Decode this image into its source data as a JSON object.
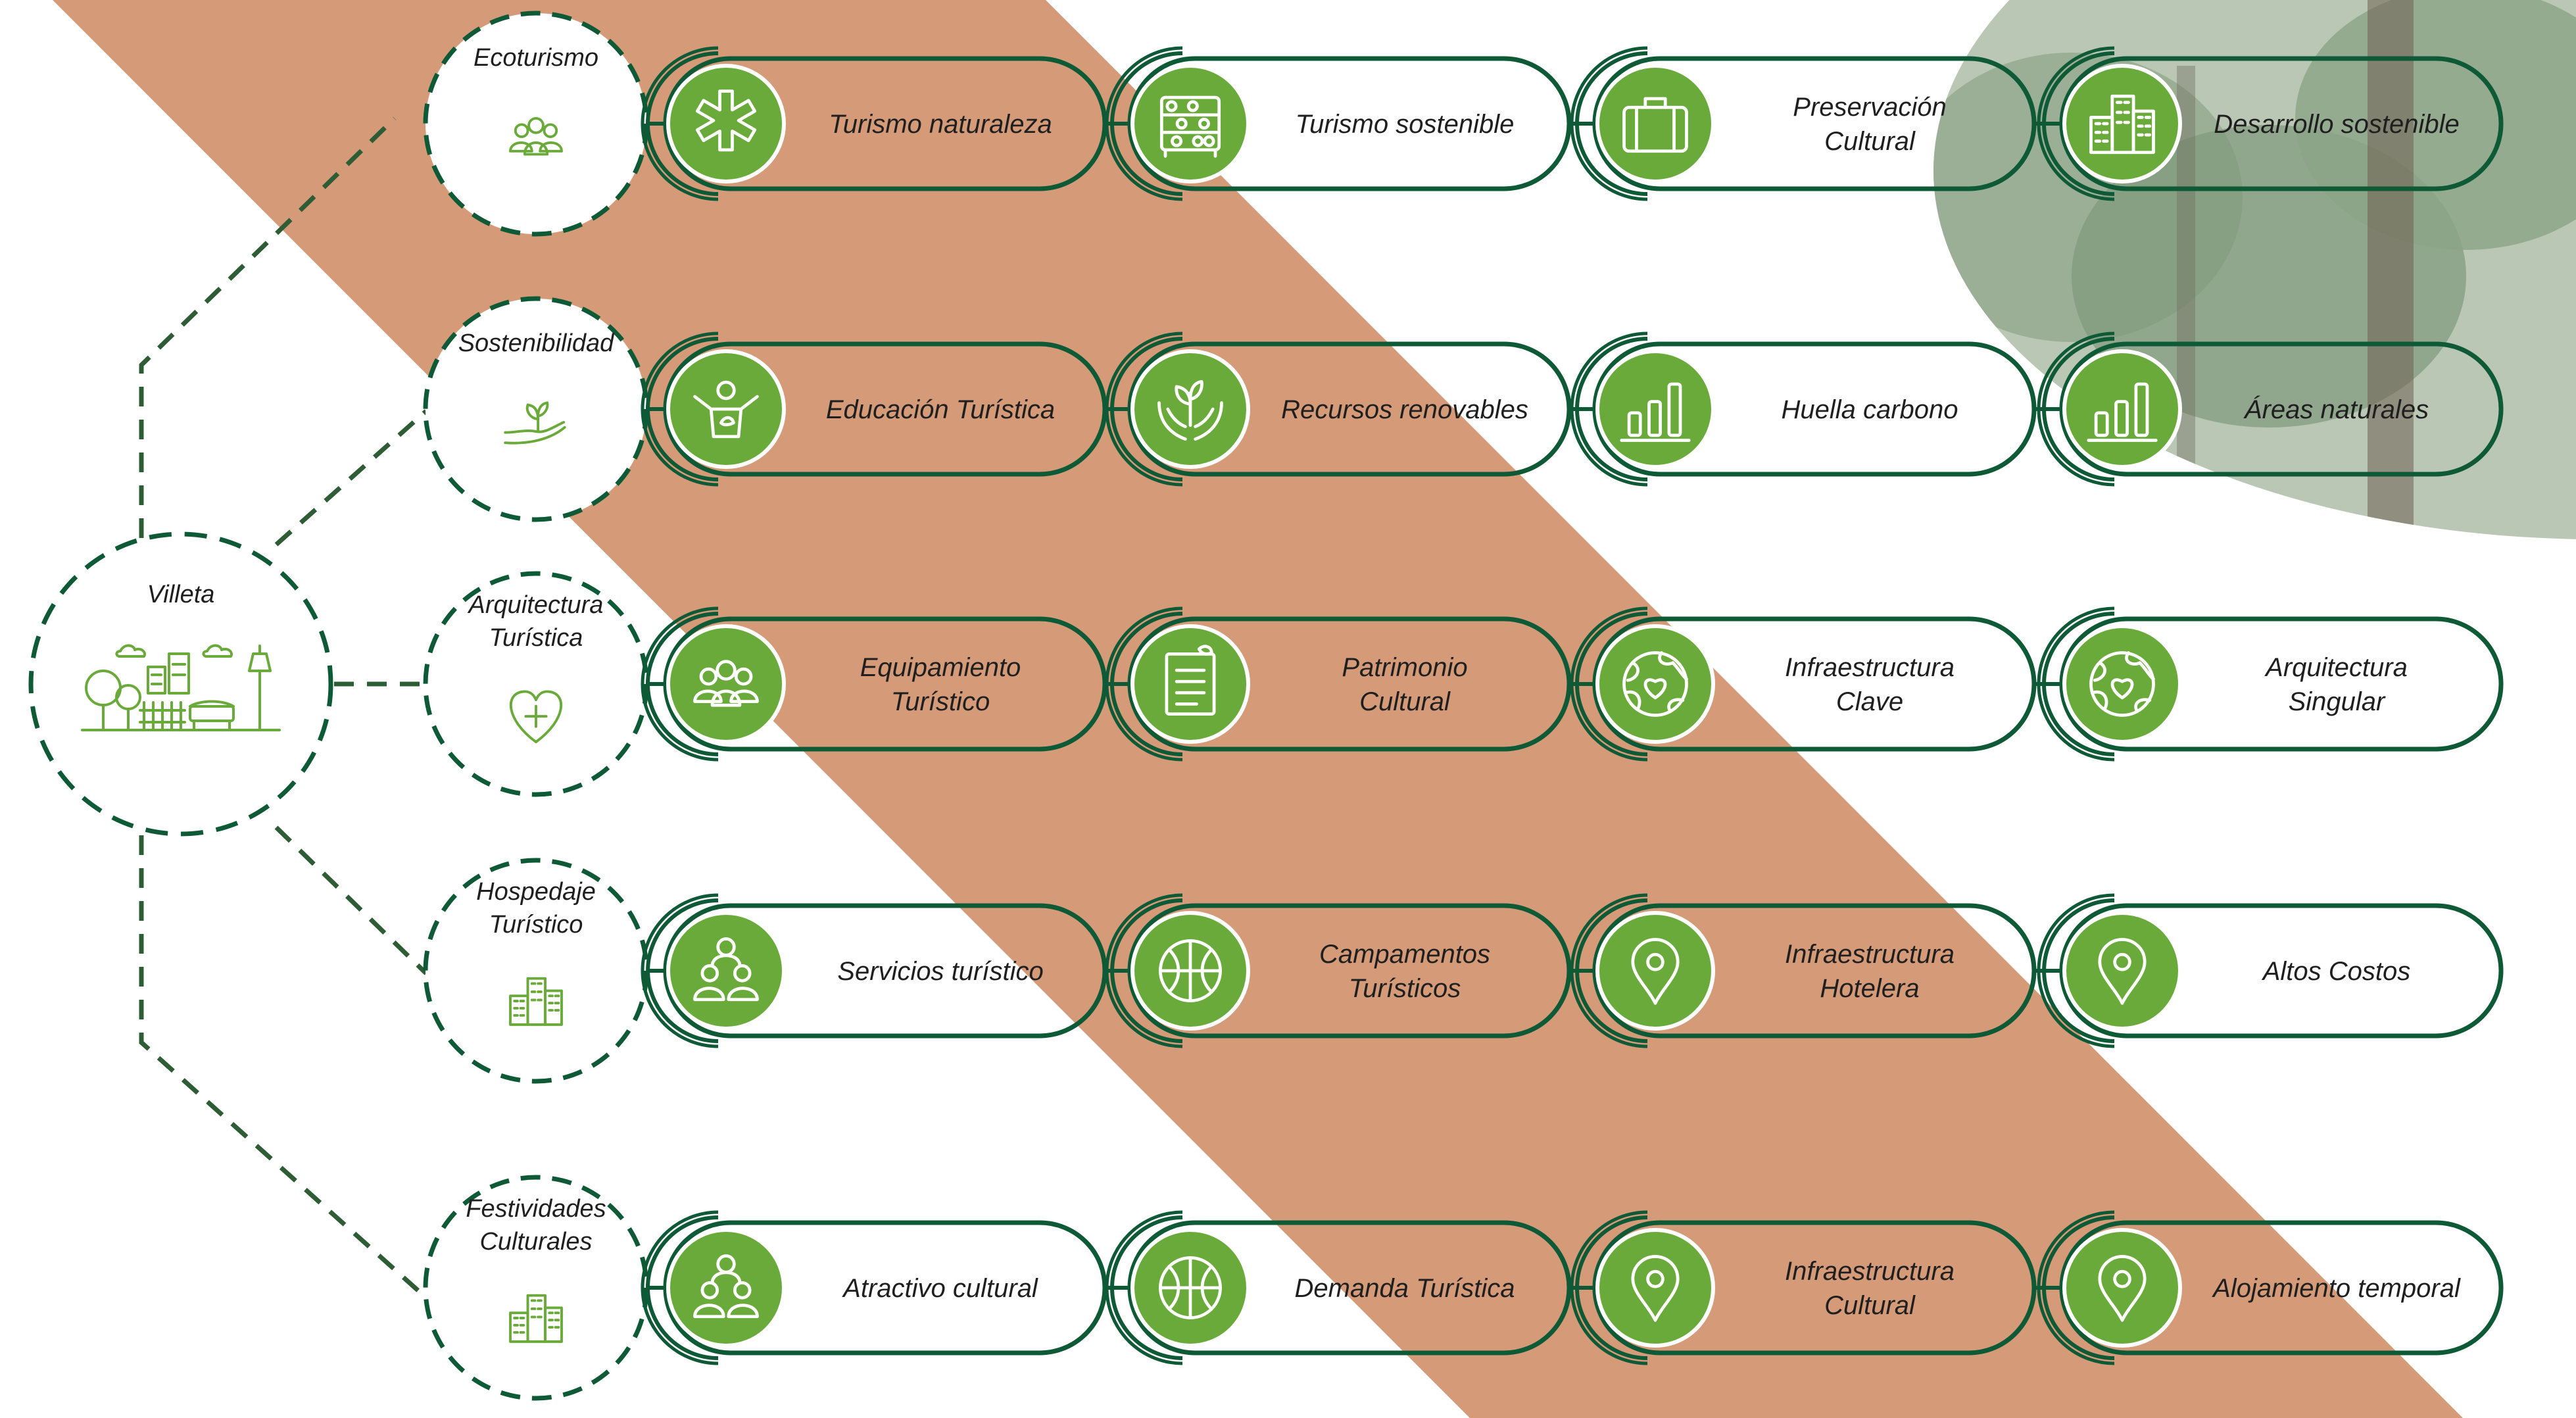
{
  "colors": {
    "dark_green": "#0f5a36",
    "mid_green": "#6aaa3a",
    "band": "#d59b78",
    "photo_tint": "#8fa58a"
  },
  "root": {
    "label": "Villeta",
    "icon": "park-cityscape-icon"
  },
  "categories": [
    {
      "label_lines": [
        "Ecoturismo"
      ],
      "icon": "people-group-icon"
    },
    {
      "label_lines": [
        "Sostenibilidad"
      ],
      "icon": "hand-sprout-icon"
    },
    {
      "label_lines": [
        "Arquitectura",
        "Turística"
      ],
      "icon": "heart-plus-icon"
    },
    {
      "label_lines": [
        "Hospedaje",
        "Turístico"
      ],
      "icon": "buildings-icon"
    },
    {
      "label_lines": [
        "Festividades",
        "Culturales"
      ],
      "icon": "buildings-icon"
    }
  ],
  "rows": [
    {
      "items": [
        {
          "label_lines": [
            "Turismo naturaleza"
          ],
          "icon": "medical-star-icon"
        },
        {
          "label_lines": [
            "Turismo sostenible"
          ],
          "icon": "abacus-icon"
        },
        {
          "label_lines": [
            "Preservación",
            "Cultural"
          ],
          "icon": "suitcase-icon"
        },
        {
          "label_lines": [
            "Desarrollo sostenible"
          ],
          "icon": "buildings-icon"
        }
      ]
    },
    {
      "items": [
        {
          "label_lines": [
            "Educación Turística"
          ],
          "icon": "person-outreach-icon"
        },
        {
          "label_lines": [
            "Recursos renovables"
          ],
          "icon": "hands-plant-icon"
        },
        {
          "label_lines": [
            "Huella carbono"
          ],
          "icon": "bar-chart-icon"
        },
        {
          "label_lines": [
            "Áreas naturales"
          ],
          "icon": "bar-chart-icon"
        }
      ]
    },
    {
      "items": [
        {
          "label_lines": [
            "Equipamiento",
            "Turístico"
          ],
          "icon": "people-group-icon"
        },
        {
          "label_lines": [
            "Patrimonio",
            "Cultural"
          ],
          "icon": "document-list-icon"
        },
        {
          "label_lines": [
            "Infraestructura",
            "Clave"
          ],
          "icon": "globe-heart-icon"
        },
        {
          "label_lines": [
            "Arquitectura",
            "Singular"
          ],
          "icon": "globe-heart-icon"
        }
      ]
    },
    {
      "items": [
        {
          "label_lines": [
            "Servicios turístico"
          ],
          "icon": "people-pyramid-icon"
        },
        {
          "label_lines": [
            "Campamentos",
            "Turísticos"
          ],
          "icon": "basketball-icon"
        },
        {
          "label_lines": [
            "Infraestructura",
            "Hotelera"
          ],
          "icon": "map-pin-icon"
        },
        {
          "label_lines": [
            "Altos Costos"
          ],
          "icon": "map-pin-icon"
        }
      ]
    },
    {
      "items": [
        {
          "label_lines": [
            "Atractivo cultural"
          ],
          "icon": "people-pyramid-icon"
        },
        {
          "label_lines": [
            "Demanda Turística"
          ],
          "icon": "basketball-icon"
        },
        {
          "label_lines": [
            "Infraestructura",
            "Cultural"
          ],
          "icon": "map-pin-icon"
        },
        {
          "label_lines": [
            "Alojamiento temporal"
          ],
          "icon": "map-pin-icon"
        }
      ]
    }
  ]
}
